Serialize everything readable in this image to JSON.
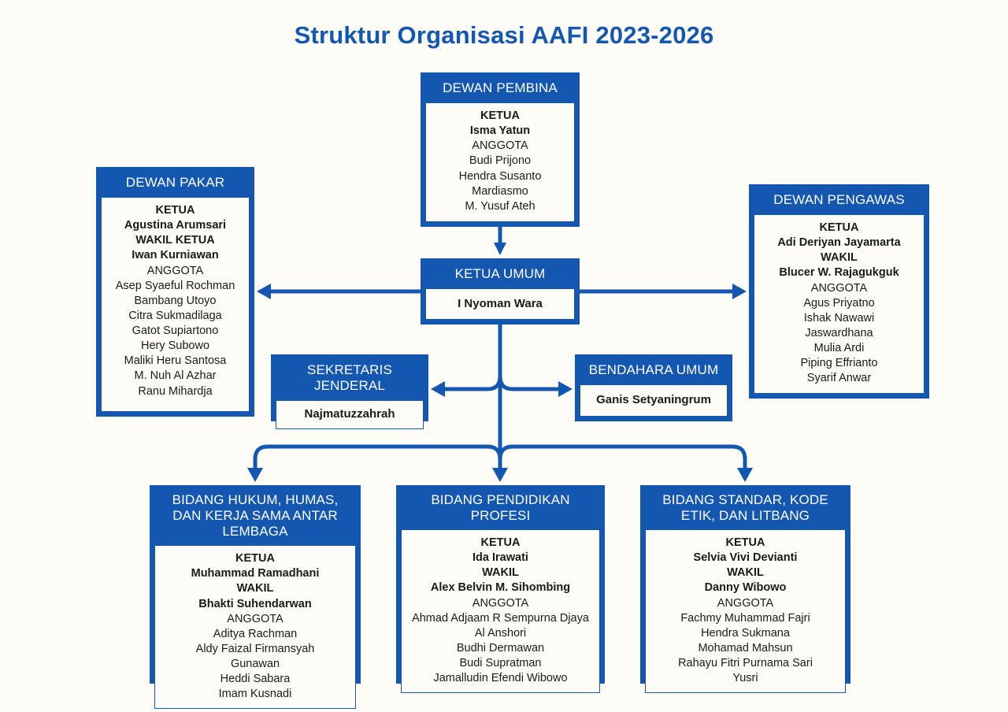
{
  "title": "Struktur Organisasi AAFI 2023-2026",
  "colors": {
    "brand_blue": "#1457b0",
    "background": "#fdfcf7",
    "header_text": "#ffffff",
    "body_text": "#1a1a1a"
  },
  "nodes": {
    "dewan_pembina": {
      "header": "DEWAN PEMBINA",
      "entries": [
        {
          "role": "KETUA"
        },
        {
          "person": "Isma Yatun",
          "bold": true
        },
        {
          "role": "ANGGOTA",
          "light": true
        },
        {
          "person": "Budi Prijono"
        },
        {
          "person": "Hendra Susanto"
        },
        {
          "person": "Mardiasmo"
        },
        {
          "person": "M. Yusuf Ateh"
        }
      ]
    },
    "dewan_pakar": {
      "header": "DEWAN PAKAR",
      "entries": [
        {
          "role": "KETUA"
        },
        {
          "person": "Agustina Arumsari",
          "bold": true
        },
        {
          "role": "WAKIL KETUA"
        },
        {
          "person": "Iwan Kurniawan",
          "bold": true
        },
        {
          "role": "ANGGOTA",
          "light": true
        },
        {
          "person": "Asep Syaeful Rochman"
        },
        {
          "person": "Bambang Utoyo"
        },
        {
          "person": "Citra Sukmadilaga"
        },
        {
          "person": "Gatot Supiartono"
        },
        {
          "person": "Hery Subowo"
        },
        {
          "person": "Maliki Heru Santosa"
        },
        {
          "person": "M. Nuh Al Azhar"
        },
        {
          "person": "Ranu Mihardja"
        }
      ]
    },
    "dewan_pengawas": {
      "header": "DEWAN PENGAWAS",
      "entries": [
        {
          "role": "KETUA"
        },
        {
          "person": "Adi Deriyan Jayamarta",
          "bold": true
        },
        {
          "role": "WAKIL"
        },
        {
          "person": "Blucer W. Rajagukguk",
          "bold": true
        },
        {
          "role": "ANGGOTA",
          "light": true
        },
        {
          "person": "Agus Priyatno"
        },
        {
          "person": "Ishak Nawawi"
        },
        {
          "person": "Jaswardhana"
        },
        {
          "person": "Mulia Ardi"
        },
        {
          "person": "Piping Effrianto"
        },
        {
          "person": "Syarif Anwar"
        }
      ]
    },
    "ketua_umum": {
      "header": "KETUA UMUM",
      "person": "I Nyoman Wara"
    },
    "sekretaris_jenderal": {
      "header": "SEKRETARIS JENDERAL",
      "person": "Najmatuzzahrah"
    },
    "bendahara_umum": {
      "header": "BENDAHARA UMUM",
      "person": "Ganis Setyaningrum"
    },
    "bidang_hukum": {
      "header": "BIDANG HUKUM, HUMAS, DAN KERJA SAMA ANTAR LEMBAGA",
      "entries": [
        {
          "role": "KETUA"
        },
        {
          "person": "Muhammad Ramadhani",
          "bold": true
        },
        {
          "role": "WAKIL"
        },
        {
          "person": "Bhakti Suhendarwan",
          "bold": true
        },
        {
          "role": "ANGGOTA",
          "light": true
        },
        {
          "person": "Aditya Rachman"
        },
        {
          "person": "Aldy Faizal Firmansyah"
        },
        {
          "person": "Gunawan"
        },
        {
          "person": "Heddi Sabara"
        },
        {
          "person": "Imam Kusnadi"
        }
      ]
    },
    "bidang_pendidikan": {
      "header": "BIDANG PENDIDIKAN PROFESI",
      "entries": [
        {
          "role": "KETUA"
        },
        {
          "person": "Ida Irawati",
          "bold": true
        },
        {
          "role": "WAKIL"
        },
        {
          "person": "Alex Belvin M. Sihombing",
          "bold": true
        },
        {
          "role": "ANGGOTA",
          "light": true
        },
        {
          "person": "Ahmad Adjaam R Sempurna Djaya"
        },
        {
          "person": "Al Anshori"
        },
        {
          "person": "Budhi Dermawan"
        },
        {
          "person": "Budi Supratman"
        },
        {
          "person": "Jamalludin Efendi Wibowo"
        }
      ]
    },
    "bidang_standar": {
      "header": "BIDANG STANDAR, KODE ETIK, DAN LITBANG",
      "entries": [
        {
          "role": "KETUA"
        },
        {
          "person": "Selvia Vivi Devianti",
          "bold": true
        },
        {
          "role": "WAKIL"
        },
        {
          "person": "Danny Wibowo",
          "bold": true
        },
        {
          "role": "ANGGOTA",
          "light": true
        },
        {
          "person": "Fachmy Muhammad Fajri"
        },
        {
          "person": "Hendra Sukmana"
        },
        {
          "person": "Mohamad Mahsun"
        },
        {
          "person": "Rahayu Fitri Purnama Sari"
        },
        {
          "person": "Yusri"
        }
      ]
    }
  }
}
